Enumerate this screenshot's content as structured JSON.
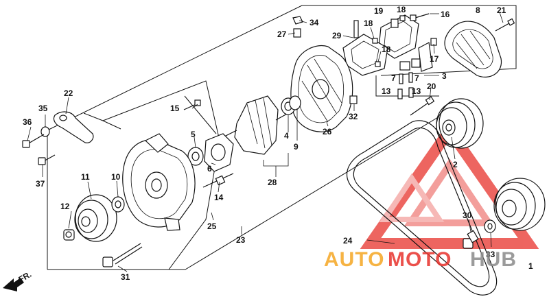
{
  "callouts": [
    {
      "id": "1",
      "label": "1"
    },
    {
      "id": "2",
      "label": "2"
    },
    {
      "id": "3",
      "label": "3"
    },
    {
      "id": "4",
      "label": "4"
    },
    {
      "id": "5",
      "label": "5"
    },
    {
      "id": "6",
      "label": "6"
    },
    {
      "id": "7a",
      "label": "7"
    },
    {
      "id": "7b",
      "label": "7"
    },
    {
      "id": "8",
      "label": "8"
    },
    {
      "id": "9",
      "label": "9"
    },
    {
      "id": "10",
      "label": "10"
    },
    {
      "id": "11",
      "label": "11"
    },
    {
      "id": "12",
      "label": "12"
    },
    {
      "id": "13a",
      "label": "13"
    },
    {
      "id": "13b",
      "label": "13"
    },
    {
      "id": "14",
      "label": "14"
    },
    {
      "id": "15",
      "label": "15"
    },
    {
      "id": "16",
      "label": "16"
    },
    {
      "id": "17",
      "label": "17"
    },
    {
      "id": "18a",
      "label": "18"
    },
    {
      "id": "18b",
      "label": "18"
    },
    {
      "id": "18c",
      "label": "18"
    },
    {
      "id": "19",
      "label": "19"
    },
    {
      "id": "20",
      "label": "20"
    },
    {
      "id": "21",
      "label": "21"
    },
    {
      "id": "22",
      "label": "22"
    },
    {
      "id": "23",
      "label": "23"
    },
    {
      "id": "24",
      "label": "24"
    },
    {
      "id": "25",
      "label": "25"
    },
    {
      "id": "26",
      "label": "26"
    },
    {
      "id": "27",
      "label": "27"
    },
    {
      "id": "28",
      "label": "28"
    },
    {
      "id": "29",
      "label": "29"
    },
    {
      "id": "30",
      "label": "30"
    },
    {
      "id": "31",
      "label": "31"
    },
    {
      "id": "32",
      "label": "32"
    },
    {
      "id": "33",
      "label": "33"
    },
    {
      "id": "34",
      "label": "34"
    },
    {
      "id": "35",
      "label": "35"
    },
    {
      "id": "36",
      "label": "36"
    },
    {
      "id": "37",
      "label": "37"
    }
  ],
  "direction_marker": {
    "label": "FR."
  },
  "watermark": {
    "part1": "AUTO",
    "part2": "MOTO",
    "part3": "HUB",
    "color_orange": "#f5a623",
    "color_red": "#e8322c",
    "color_gray": "#8a8a8a"
  }
}
